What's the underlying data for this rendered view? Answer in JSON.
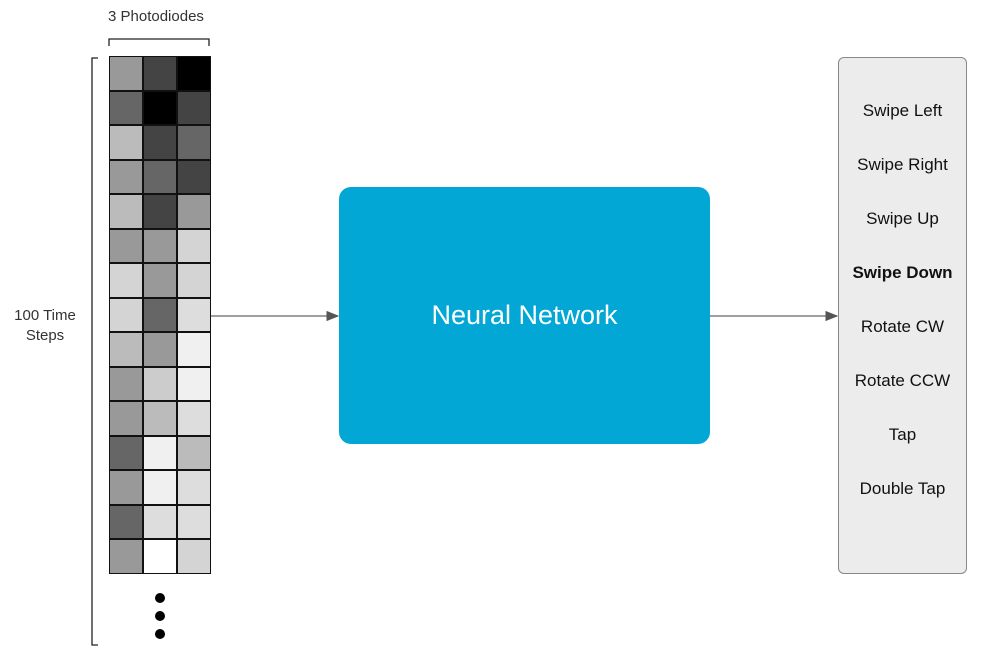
{
  "labels": {
    "photodiodes": "3 Photodiodes",
    "time_steps_line1": "100 Time",
    "time_steps_line2": "Steps"
  },
  "grid": {
    "rows": [
      [
        "#999999",
        "#444444",
        "#000000"
      ],
      [
        "#666666",
        "#000000",
        "#444444"
      ],
      [
        "#bbbbbb",
        "#444444",
        "#666666"
      ],
      [
        "#999999",
        "#666666",
        "#444444"
      ],
      [
        "#bbbbbb",
        "#444444",
        "#999999"
      ],
      [
        "#999999",
        "#999999",
        "#d4d4d4"
      ],
      [
        "#d4d4d4",
        "#999999",
        "#d4d4d4"
      ],
      [
        "#d4d4d4",
        "#666666",
        "#dddddd"
      ],
      [
        "#bbbbbb",
        "#999999",
        "#f0f0f0"
      ],
      [
        "#999999",
        "#cccccc",
        "#f0f0f0"
      ],
      [
        "#999999",
        "#bbbbbb",
        "#dddddd"
      ],
      [
        "#666666",
        "#f0f0f0",
        "#bbbbbb"
      ],
      [
        "#999999",
        "#f0f0f0",
        "#dddddd"
      ],
      [
        "#666666",
        "#dddddd",
        "#dddddd"
      ],
      [
        "#999999",
        "#ffffff",
        "#d4d4d4"
      ]
    ]
  },
  "network": {
    "label": "Neural Network",
    "color": "#02a7d6"
  },
  "outputs": [
    {
      "label": "Swipe Left",
      "bold": false
    },
    {
      "label": "Swipe Right",
      "bold": false
    },
    {
      "label": "Swipe Up",
      "bold": false
    },
    {
      "label": "Swipe Down",
      "bold": true
    },
    {
      "label": "Rotate CW",
      "bold": false
    },
    {
      "label": "Rotate CCW",
      "bold": false
    },
    {
      "label": "Tap",
      "bold": false
    },
    {
      "label": "Double Tap",
      "bold": false
    }
  ]
}
